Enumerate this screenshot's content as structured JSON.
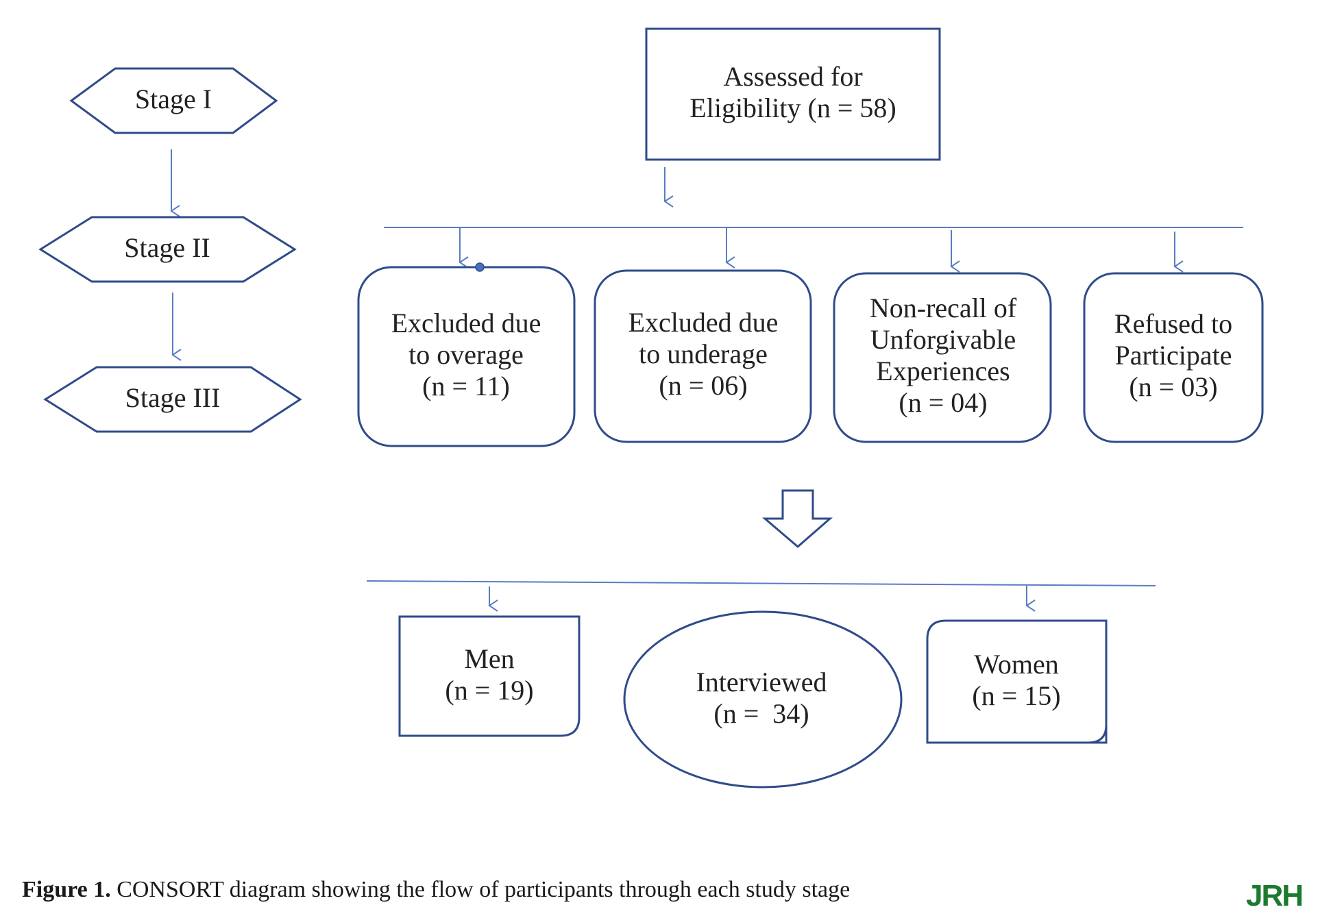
{
  "stages": [
    {
      "id": "stage-1",
      "label": "Stage I"
    },
    {
      "id": "stage-2",
      "label": "Stage II"
    },
    {
      "id": "stage-3",
      "label": "Stage III"
    }
  ],
  "assessed": {
    "lines": [
      "Assessed for",
      "Eligibility (n = 58)"
    ]
  },
  "exclusions": [
    {
      "id": "overage",
      "lines": [
        "Excluded due",
        "to overage",
        "(n = 11)"
      ]
    },
    {
      "id": "underage",
      "lines": [
        "Excluded due",
        "to underage",
        "(n = 06)"
      ]
    },
    {
      "id": "non-recall",
      "lines": [
        "Non-recall of",
        "Unforgivable",
        "Experiences",
        "(n = 04)"
      ]
    },
    {
      "id": "refused",
      "lines": [
        "Refused to",
        "Participate",
        "(n = 03)"
      ]
    }
  ],
  "outcomes": {
    "men": {
      "lines": [
        "Men",
        "(n = 19)"
      ]
    },
    "interviewed": {
      "lines": [
        "Interviewed",
        "(n =  34)"
      ]
    },
    "women": {
      "lines": [
        "Women",
        "(n = 15)"
      ]
    }
  },
  "caption": {
    "label": "Figure 1.",
    "text": " CONSORT diagram showing the flow of participants through each study stage"
  },
  "logo": {
    "text": "JRH"
  },
  "colors": {
    "stroke": "#2f4b8a",
    "line": "#5a7cc4"
  }
}
